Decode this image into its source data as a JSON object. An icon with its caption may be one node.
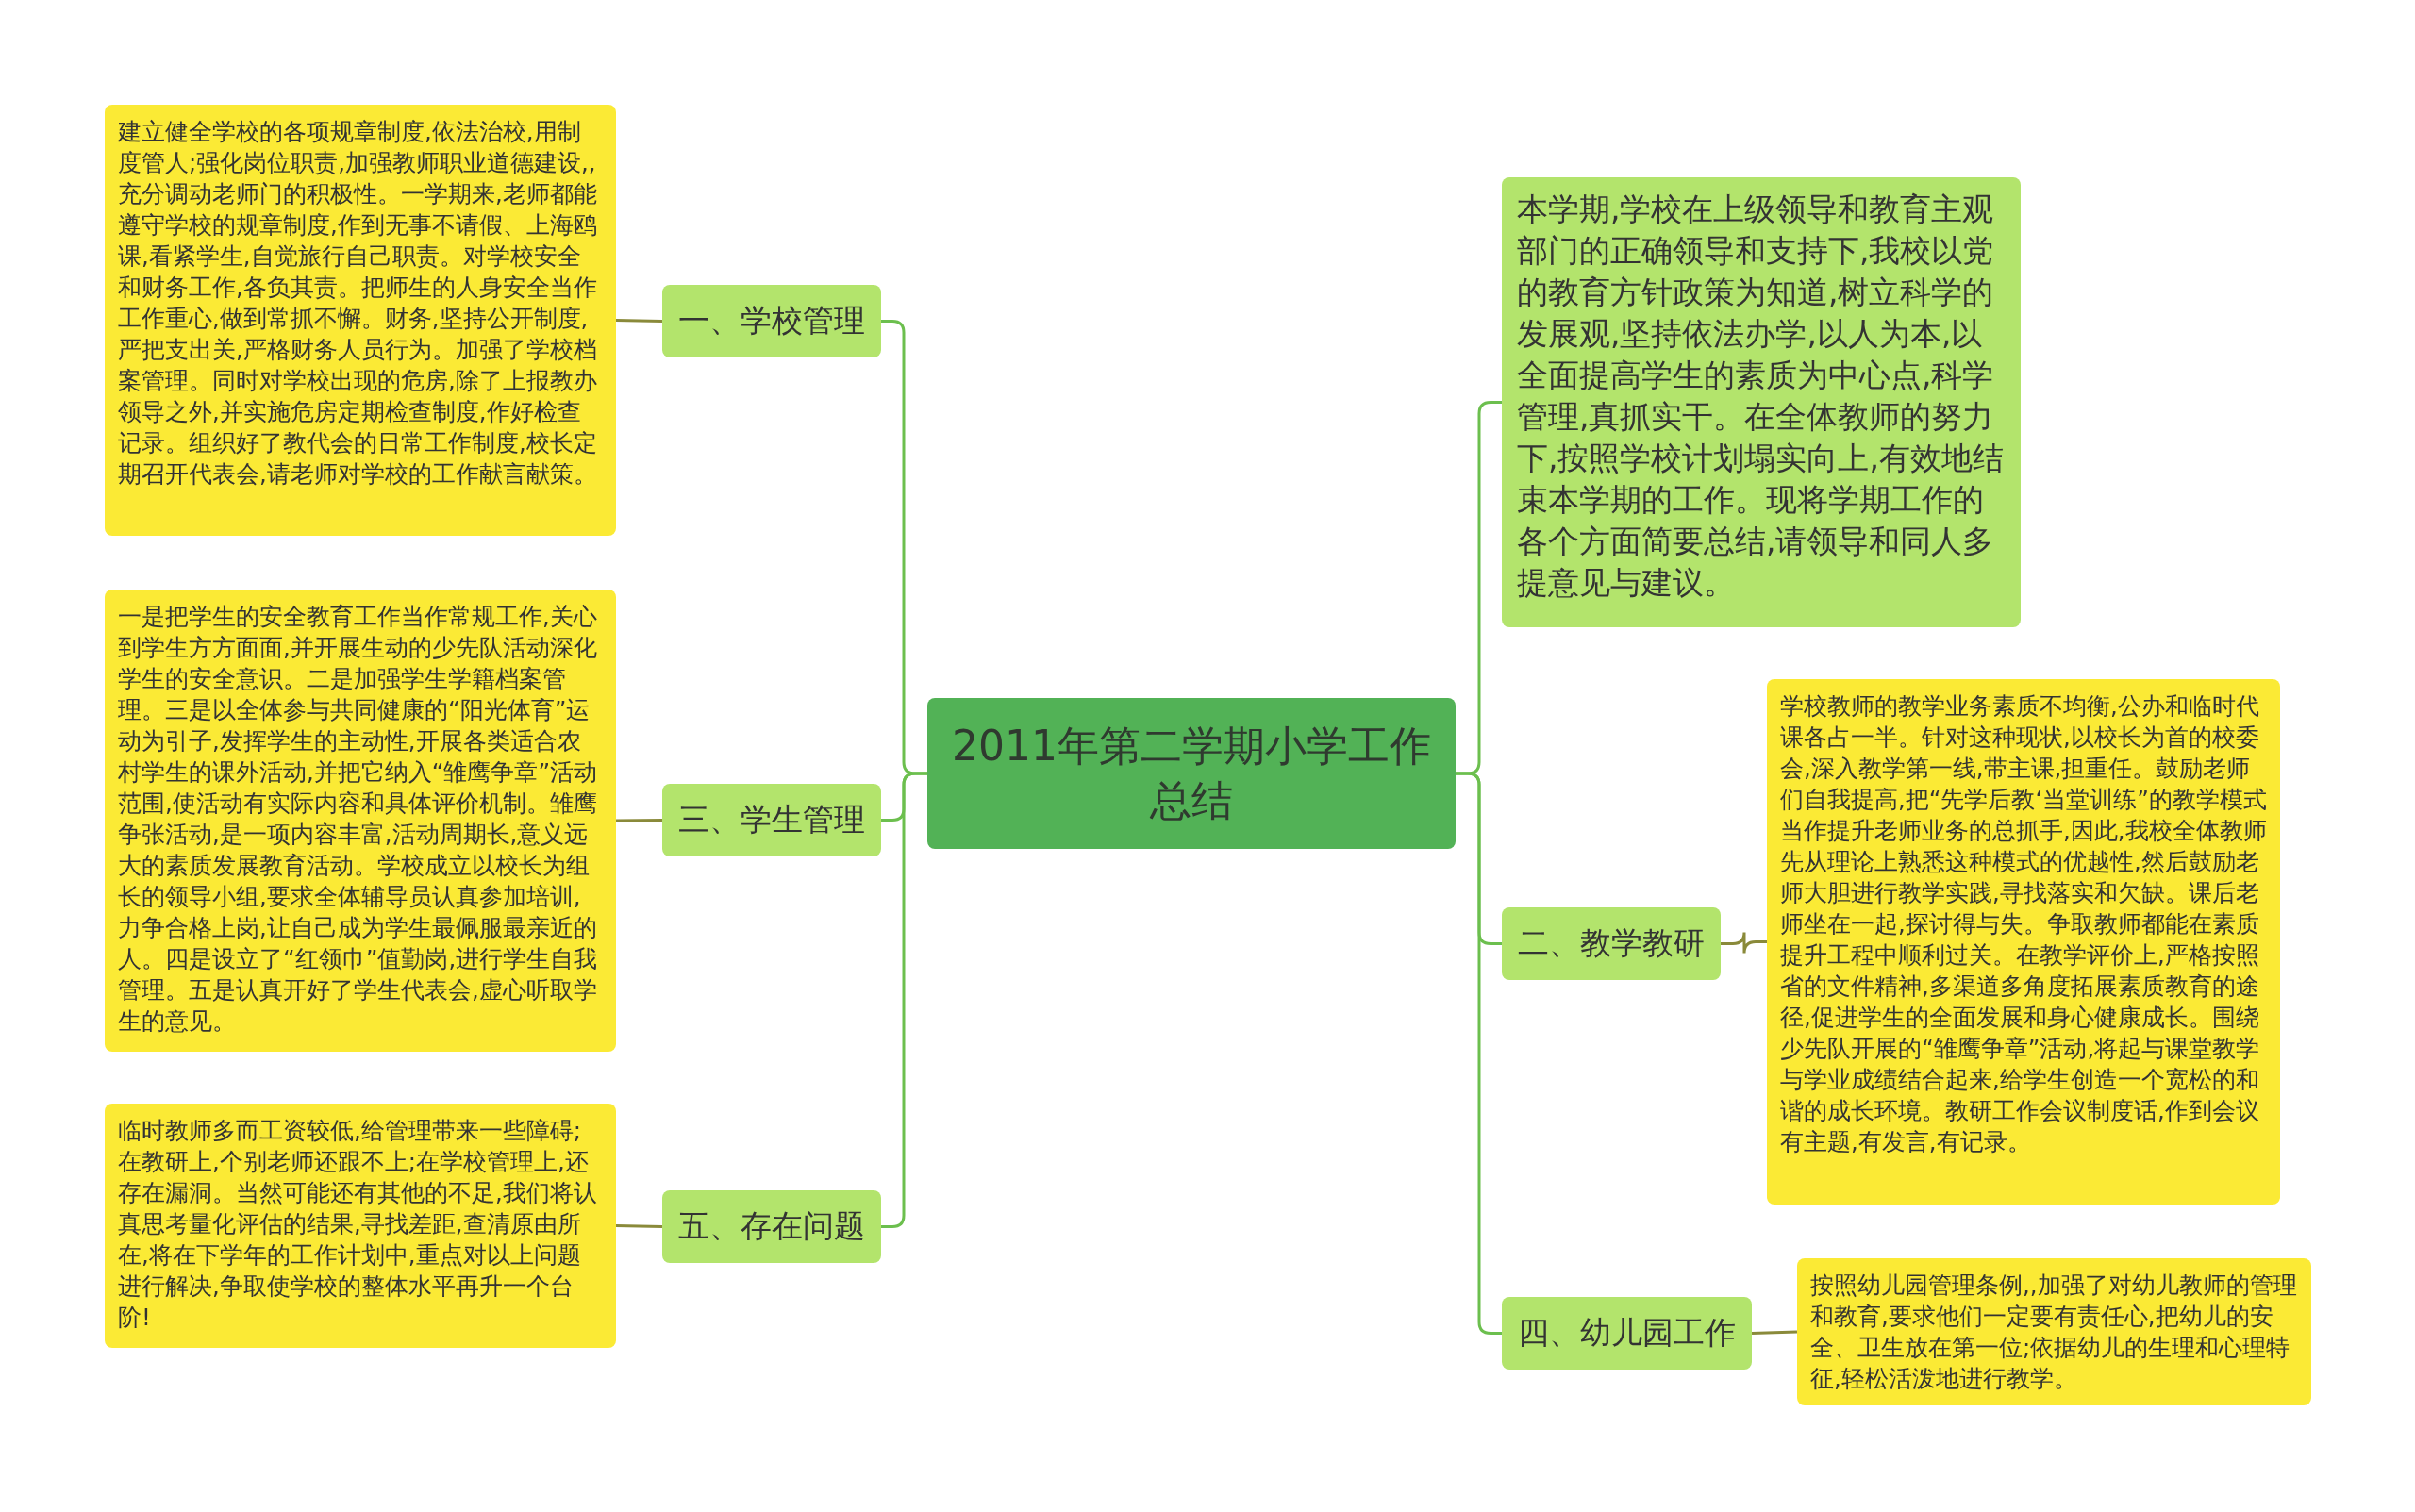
{
  "diagram": {
    "nodes": [
      {
        "text": [
          "2011年第二学期小学工作总结"
        ]
      },
      {
        "text": [
          "一、学校管理"
        ]
      },
      {
        "text": [
          "建立健全学校的各项规章制度,依法治校,用制度管人;强化岗位职责,加强教师职业道德建设,,充分调动老师门的积极性。一学期来,老师都能遵守学校的规章制度,作到无事不请假、上海鸥课,看紧学生,自觉旅行自己职责。对学校安全和财务工作,各负其责。把师生的人身安全当作工作重心,做到常抓不懈。财务,坚持公开制度,严把支出关,严格财务人员行为。加强了学校档案管理。同时对学校出现的危房,除了上报教办领导之外,并实施危房定期检查制度,作好检查记录。组织好了教代会的日常工作制度,校长定期召开代表会,请老师对学校的工作献言献策。"
        ]
      },
      {
        "text": [
          "三、学生管理"
        ]
      },
      {
        "text": [
          "一是把学生的安全教育工作当作常规工作,关心到学生方方面面,并开展生动的少先队活动深化学生的安全意识。二是加强学生学籍档案管理。三是以全体参与共同健康的“阳光体育”运动为引子,发挥学生的主动性,开展各类适合农村学生的课外活动,并把它纳入“雏鹰争章”活动范围,使活动有实际内容和具体评价机制。雏鹰争张活动,是一项内容丰富,活动周期长,意义远大的素质发展教育活动。学校成立以校长为组长的领导小组,要求全体辅导员认真参加培训,力争合格上岗,让自己成为学生最佩服最亲近的人。四是设立了“红领巾”值勤岗,进行学生自我管理。五是认真开好了学生代表会,虚心听取学生的意见。"
        ]
      },
      {
        "text": [
          "五、存在问题"
        ]
      },
      {
        "text": [
          "临时教师多而工资较低,给管理带来一些障碍;在教研上,个别老师还跟不上;在学校管理上,还存在漏洞。当然可能还有其他的不足,我们将认真思考量化评估的结果,寻找差距,查清原由所在,将在下学年的工作计划中,重点对以上问题进行解决,争取使学校的整体水平再升一个台阶!"
        ]
      },
      {
        "text": [
          "本学期,学校在上级领导和教育主观部门的正确领导和支持下,我校以党的教育方针政策为知道,树立科学的发展观,坚持依法办学,以人为本,以全面提高学生的素质为中心点,科学管理,真抓实干。在全体教师的努力下,按照学校计划塌实向上,有效地结束本学期的工作。现将学期工作的各个方面简要总结,请领导和同人多提意见与建议。"
        ]
      },
      {
        "text": [
          "二、教学教研"
        ]
      },
      {
        "text": [
          "学校教师的教学业务素质不均衡,公办和临时代课各占一半。针对这种现状,以校长为首的校委会,深入教学第一线,带主课,担重任。鼓励老师们自我提高,把“先学后教‘当堂训练”的教学模式当作提升老师业务的总抓手,因此,我校全体教师先从理论上熟悉这种模式的优越性,然后鼓励老师大胆进行教学实践,寻找落实和欠缺。课后老师坐在一起,探讨得与失。争取教师都能在素质提升工程中顺利过关。在教学评价上,严格按照省的文件精神,多渠道多角度拓展素质教育的途径,促进学生的全面发展和身心健康成长。围绕少先队开展的“雏鹰争章”活动,将起与课堂教学与学业成绩结合起来,给学生创造一个宽松的和谐的成长环境。教研工作会议制度话,作到会议有主题,有发言,有记录。"
        ]
      },
      {
        "text": [
          "四、幼儿园工作"
        ]
      },
      {
        "text": [
          "按照幼儿园管理条例,,加强了对幼儿教师的管理和教育,要求他们一定要有责任心,把幼儿的安全、卫生放在第一位;依据幼儿的生理和心理特征,轻松活泼地进行教学。"
        ]
      }
    ],
    "edges": [
      {
        "from": 0,
        "to": 1,
        "arrow": "none"
      },
      {
        "from": 1,
        "to": 2,
        "arrow": "none",
        "color": "#8a8a3a"
      },
      {
        "from": 0,
        "to": 3,
        "arrow": "none"
      },
      {
        "from": 3,
        "to": 4,
        "arrow": "none",
        "color": "#8a8a3a"
      },
      {
        "from": 0,
        "to": 5,
        "arrow": "none"
      },
      {
        "from": 5,
        "to": 6,
        "arrow": "none",
        "color": "#8a8a3a"
      },
      {
        "from": 0,
        "to": 7,
        "arrow": "none"
      },
      {
        "from": 0,
        "to": 8,
        "arrow": "none"
      },
      {
        "from": 8,
        "to": 9,
        "arrow": "none",
        "color": "#8a8a3a"
      },
      {
        "from": 0,
        "to": 10,
        "arrow": "none"
      },
      {
        "from": 10,
        "to": 11,
        "arrow": "none",
        "color": "#8a8a3a"
      }
    ]
  }
}
